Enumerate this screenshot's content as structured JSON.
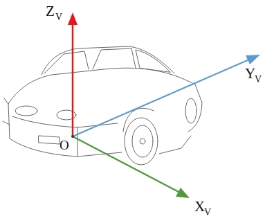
{
  "diagram": {
    "labels": [
      "Z",
      "V",
      "Y",
      "V",
      "X",
      "V",
      "O"
    ]
  }
}
